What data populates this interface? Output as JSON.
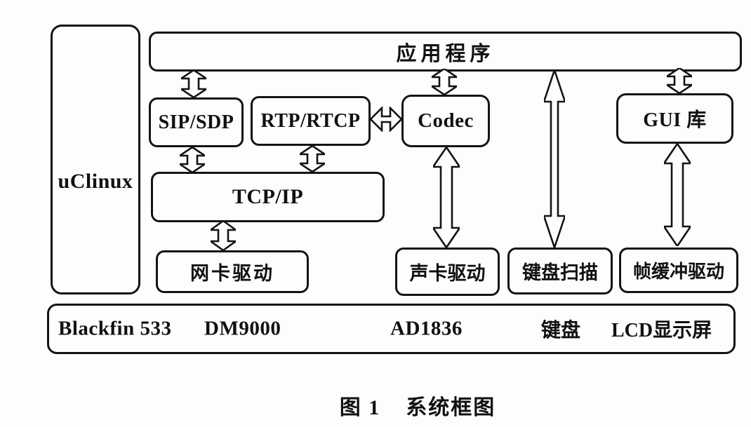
{
  "os": {
    "label": "uClinux"
  },
  "app": {
    "label": "应用程序"
  },
  "middleware": {
    "sip": "SIP/SDP",
    "rtp": "RTP/RTCP",
    "codec": "Codec",
    "gui": "GUI 库",
    "tcpip": "TCP/IP"
  },
  "drivers": {
    "nic": "网卡驱动",
    "sound": "声卡驱动",
    "keyscan": "键盘扫描",
    "framebuffer": "帧缓冲驱动"
  },
  "hardware": {
    "items": [
      "Blackfin 533",
      "DM9000",
      "AD1836",
      "键盘",
      "LCD显示屏"
    ]
  },
  "caption": {
    "number": "图 1",
    "title": "系统框图"
  },
  "colors": {
    "ink": "#141414",
    "paper": "#fdfdfc"
  }
}
